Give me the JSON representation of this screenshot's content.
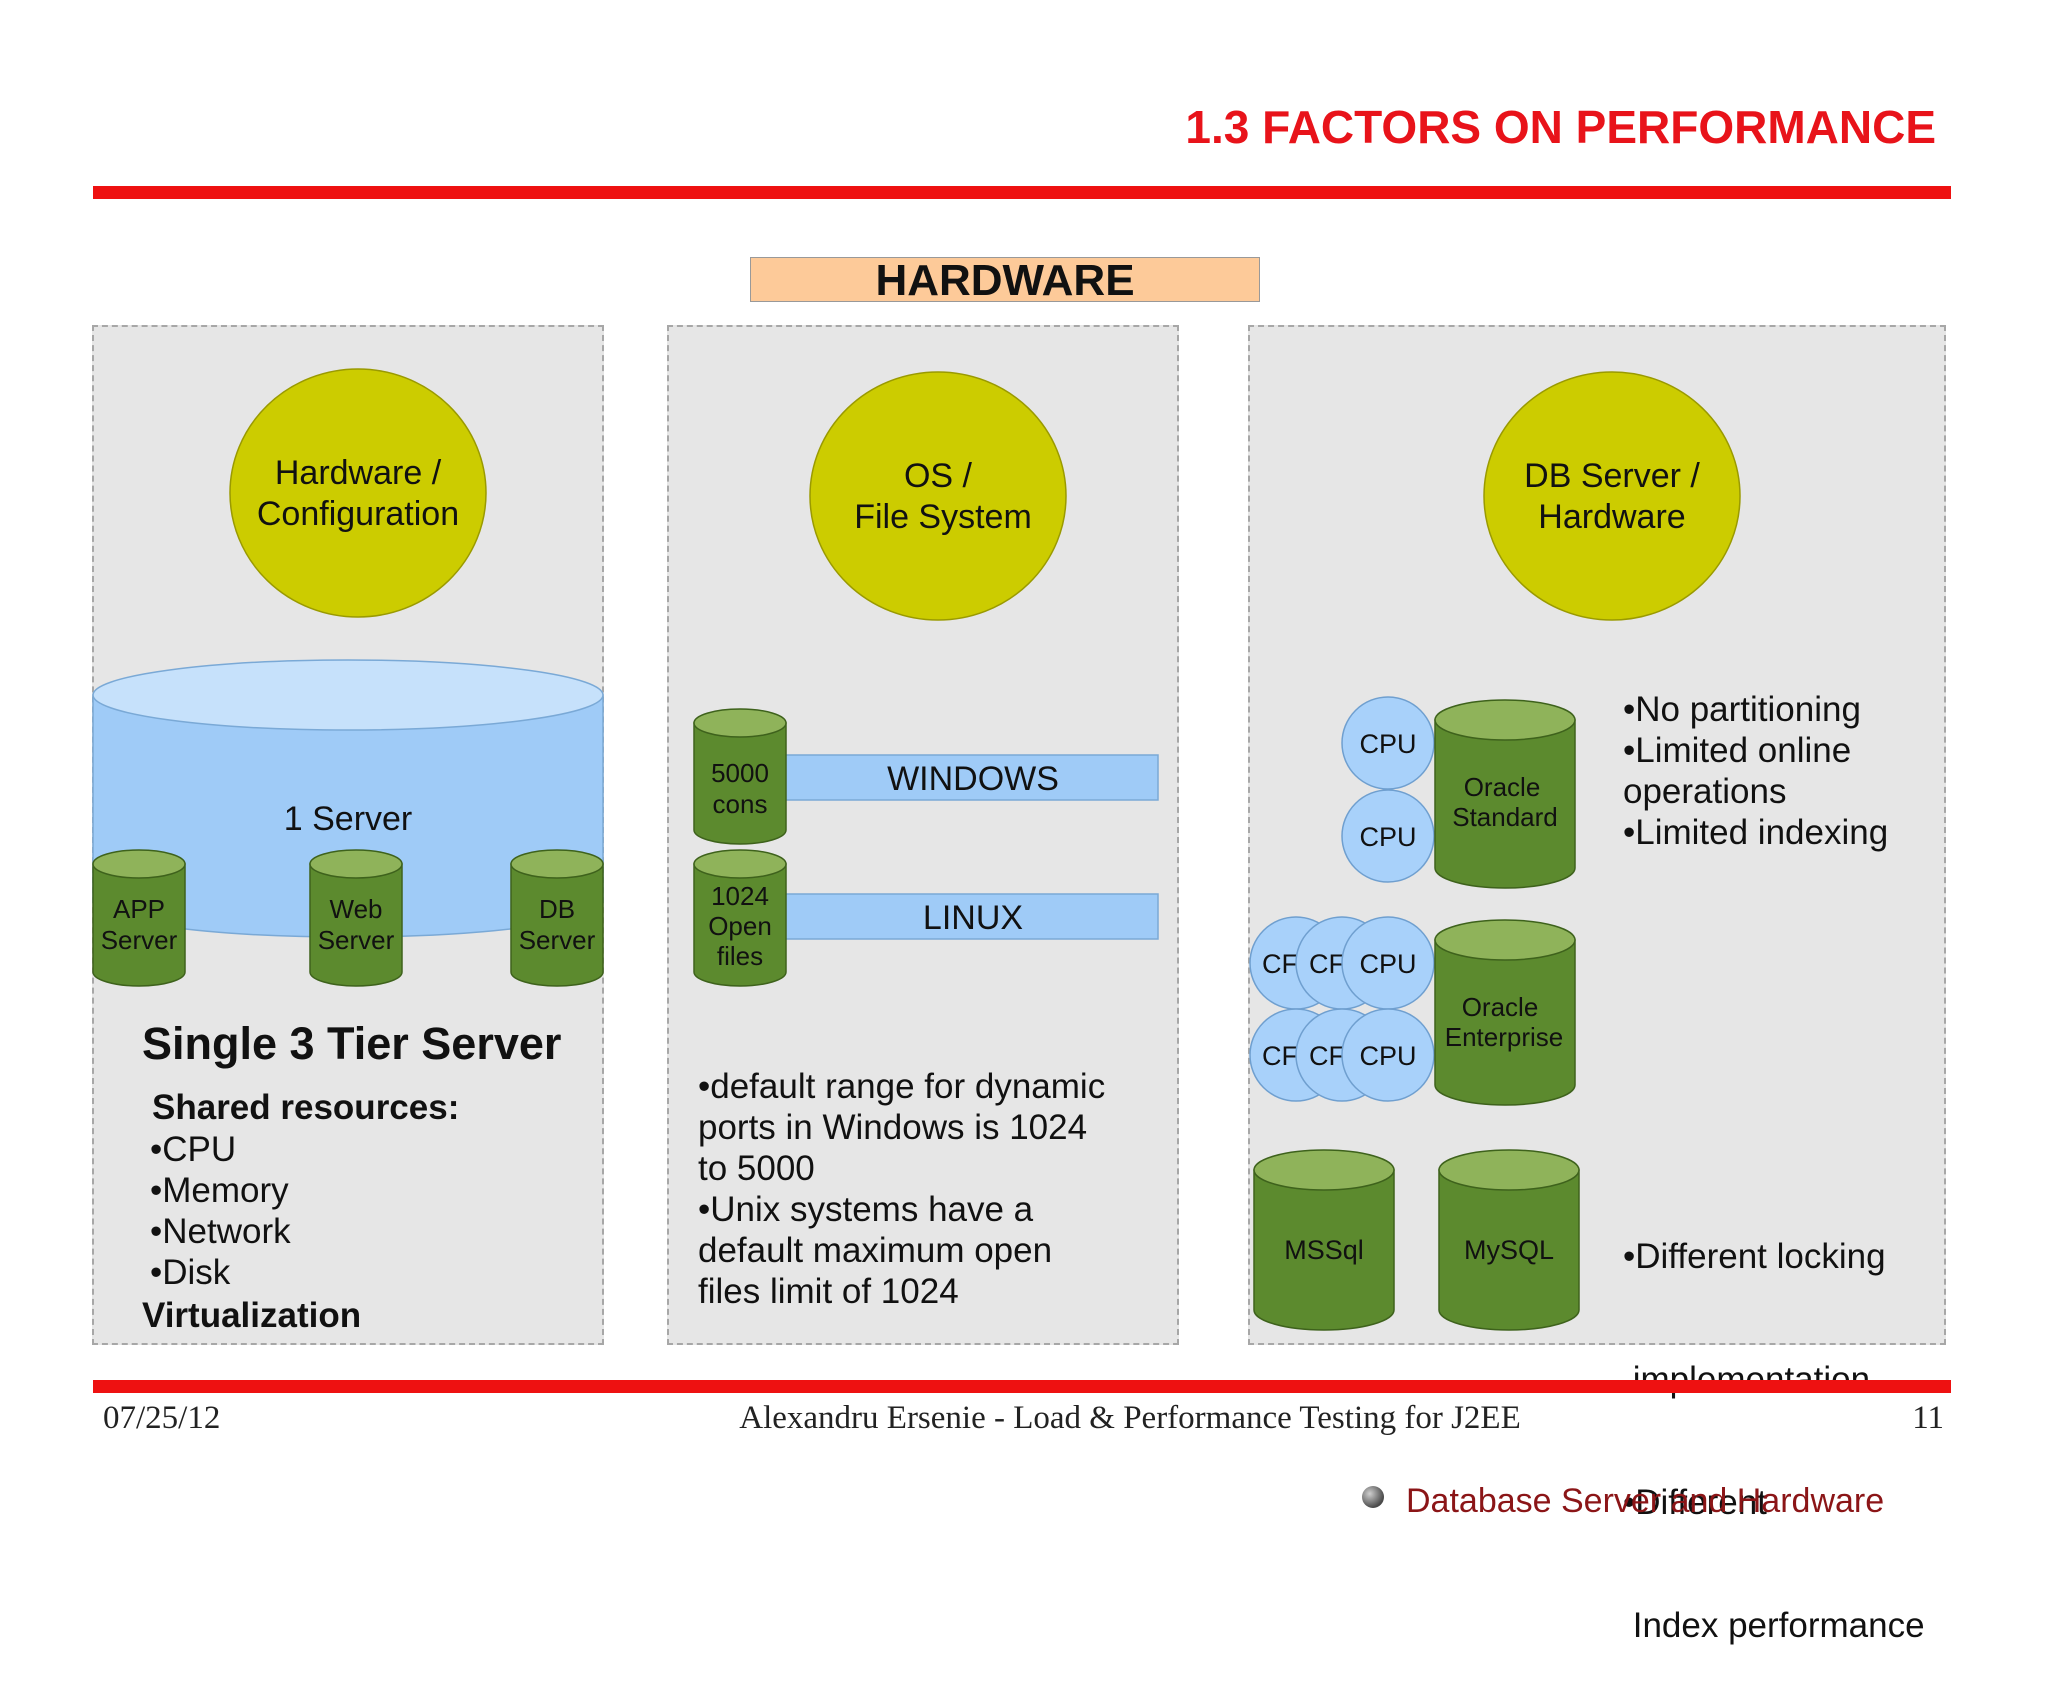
{
  "slide": {
    "title": "1.3 FACTORS ON PERFORMANCE",
    "section_label": "HARDWARE"
  },
  "colors": {
    "accent_red": "#ee1111",
    "circle_yellow": "#cccc00",
    "server_blue": "#9fcbf7",
    "db_green": "#5c8a2e",
    "cpu_blue": "#a8d1fa",
    "label_orange": "#fdca99"
  },
  "panels": {
    "left": {
      "circle_lines": [
        "Hardware /",
        "Configuration"
      ],
      "server_label": "1 Server",
      "cylinders": [
        [
          "APP",
          "Server"
        ],
        [
          "Web",
          "Server"
        ],
        [
          "DB",
          "Server"
        ]
      ],
      "heading": "Single 3 Tier Server",
      "shared_heading": "Shared resources:",
      "resources": [
        "•CPU",
        "•Memory",
        "•Network",
        "•Disk"
      ],
      "footer_heading": "Virtualization"
    },
    "middle": {
      "circle_lines": [
        "OS /",
        "File System"
      ],
      "rows": [
        {
          "cylinder": [
            "5000",
            "cons"
          ],
          "bar": "WINDOWS"
        },
        {
          "cylinder": [
            "1024",
            "Open",
            "files"
          ],
          "bar": "LINUX"
        }
      ],
      "bullets": [
        "•default range for dynamic",
        "ports in Windows is 1024",
        "to 5000",
        "•Unix systems have a",
        "default maximum open",
        "files limit of 1024"
      ]
    },
    "right": {
      "circle_lines": [
        "DB Server /",
        "Hardware"
      ],
      "cpu_label": "CPU",
      "cpu_partial": "CF",
      "oracle_standard": [
        "Oracle",
        "Standard"
      ],
      "oracle_enterprise": [
        "Oracle",
        "Enterprise"
      ],
      "mssql": "MSSql",
      "mysql": "MySQL",
      "notes_top": [
        "•No partitioning",
        "•Limited online",
        "operations",
        "•Limited indexing"
      ],
      "notes_bottom": [
        "•Different locking",
        " implementation",
        "•Different",
        " Index performance"
      ]
    }
  },
  "footer": {
    "date": "07/25/12",
    "center": "Alexandru Ersenie - Load & Performance Testing for J2EE",
    "page": "11"
  },
  "caption": "Database Server and Hardware"
}
